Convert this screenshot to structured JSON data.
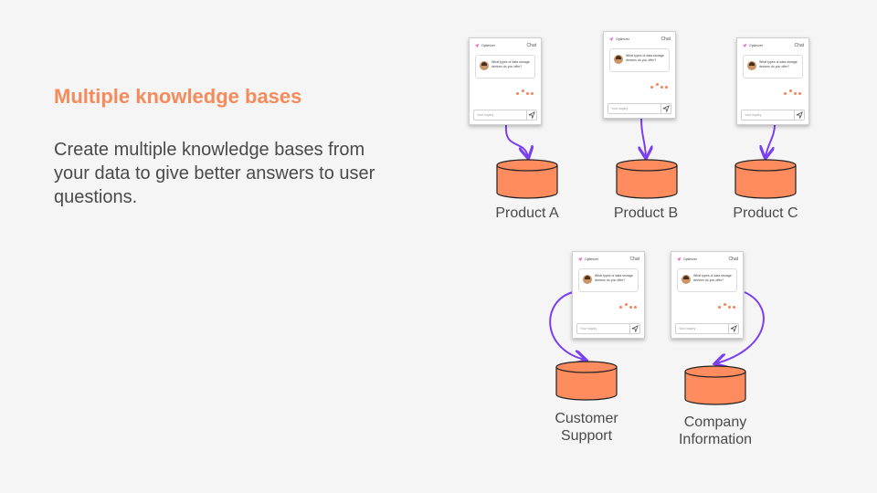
{
  "slide": {
    "heading": "Multiple knowledge bases",
    "description": "Create multiple knowledge bases from your data to give better answers to user questions."
  },
  "widget": {
    "brand": "Optimizer",
    "tab": "Chat",
    "message": "What types of data storage devices do you offer?",
    "placeholder": "Your inquiry",
    "logo_icon": "paper-plane-logo-icon",
    "send_icon": "send-icon"
  },
  "knowledge_bases": [
    {
      "label": "Product A"
    },
    {
      "label": "Product B"
    },
    {
      "label": "Product C"
    },
    {
      "label": "Customer Support"
    },
    {
      "label": "Company Information"
    }
  ],
  "colors": {
    "accent": "#f58a5b",
    "database_fill": "#ff8c5f",
    "arrow": "#7a3ff0",
    "text": "#4a4a4a"
  }
}
